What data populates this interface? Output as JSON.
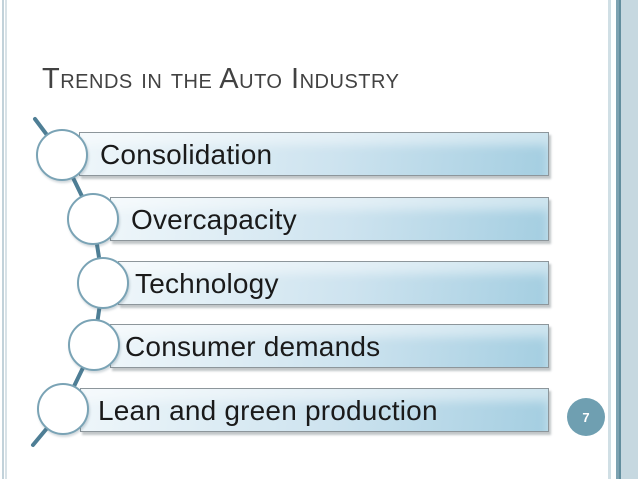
{
  "slide": {
    "title": "Trends in the Auto Industry",
    "items": [
      {
        "label": "Consolidation"
      },
      {
        "label": "Overcapacity"
      },
      {
        "label": "Technology"
      },
      {
        "label": "Consumer demands"
      },
      {
        "label": "Lean and green production"
      }
    ],
    "page_number": "7",
    "colors": {
      "bar_gradient_start": "#eef6fa",
      "bar_gradient_end": "#a4cee1",
      "bar_border": "#8d969b",
      "item_text": "#1a1a1a",
      "title_text": "#424242",
      "connector": "#4e7e95",
      "circle_border": "#7aa3b5",
      "badge_background": "#6f9fb1",
      "edge_stripe_light": "#c6d8e0",
      "edge_stripe_dark": "#628e9e"
    }
  }
}
